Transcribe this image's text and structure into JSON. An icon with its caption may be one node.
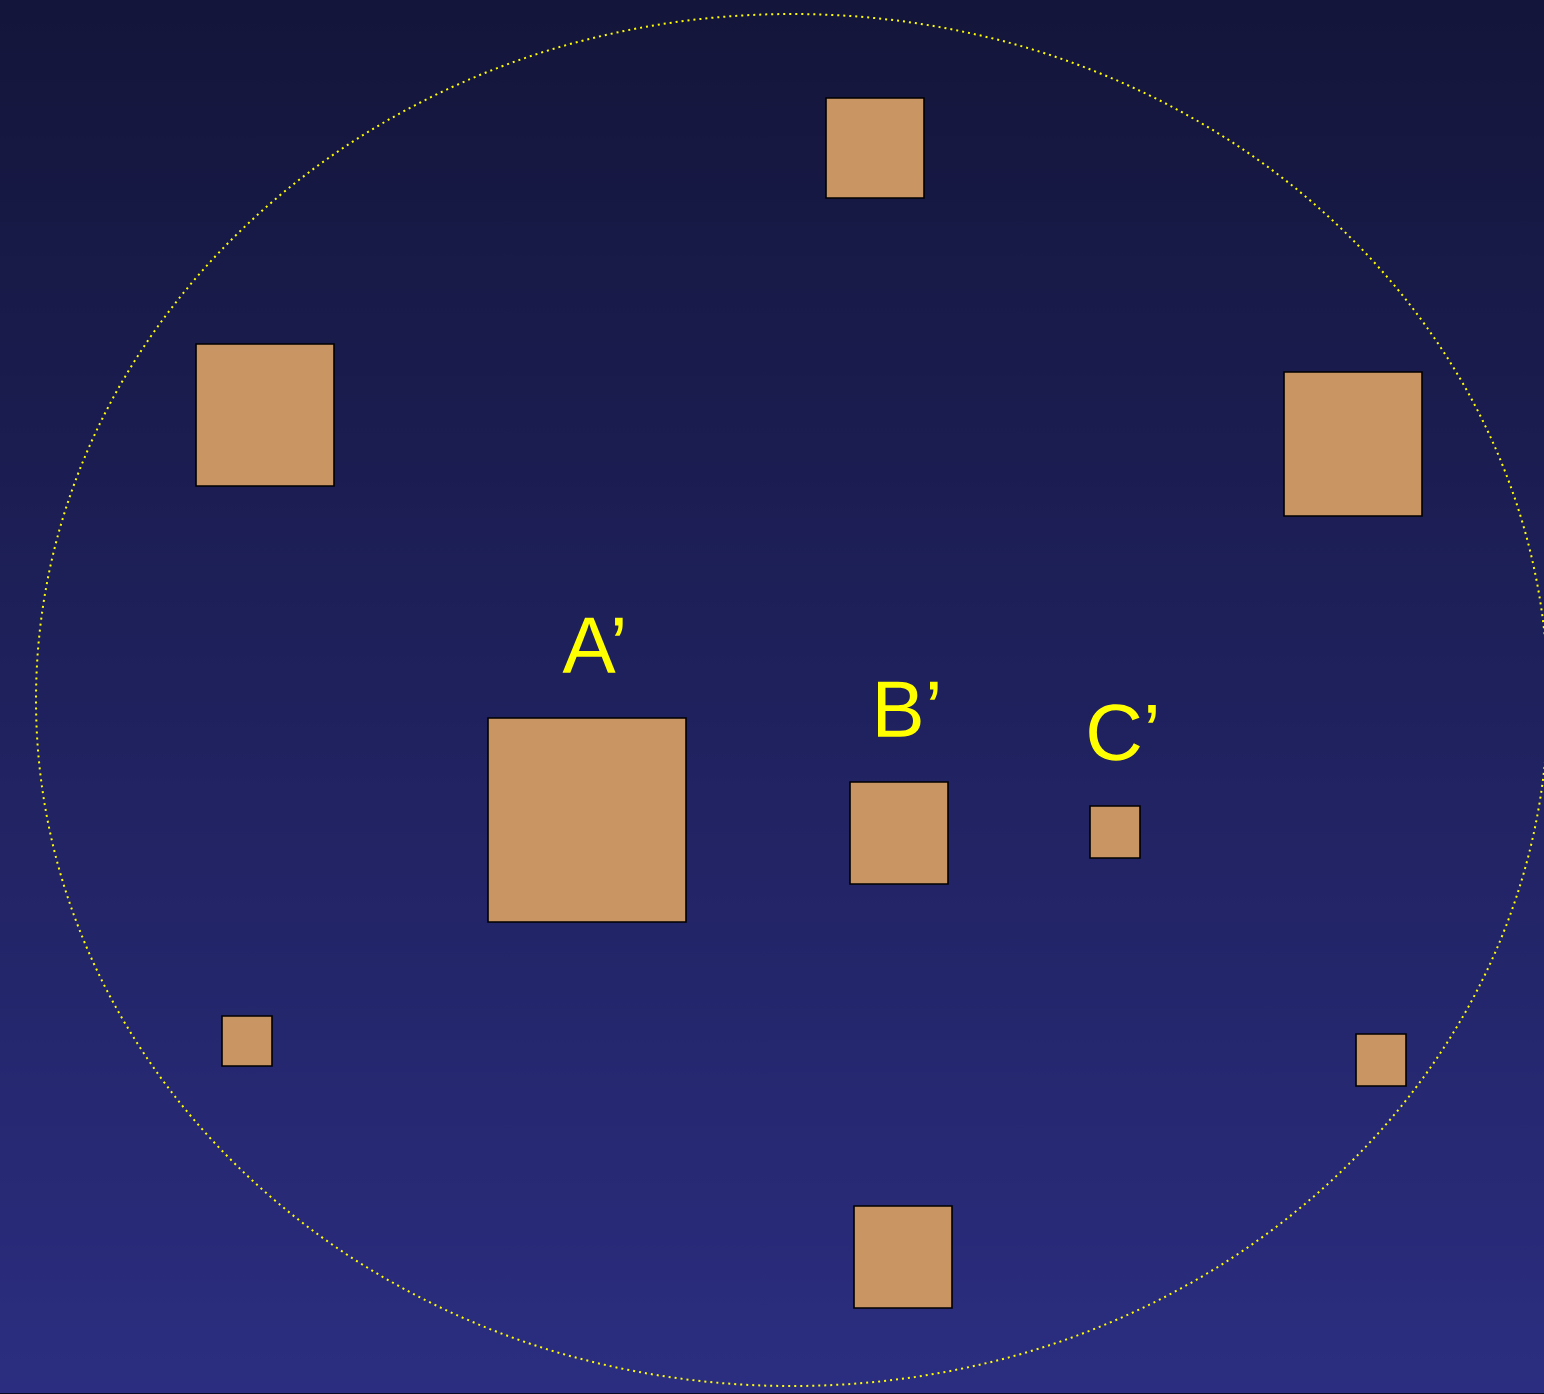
{
  "diagram": {
    "nodes": [
      {
        "text": [],
        "shape": "ellipse"
      },
      {
        "text": [],
        "shape": "box",
        "in": 0
      },
      {
        "text": [],
        "shape": "box",
        "in": 0
      },
      {
        "text": [],
        "shape": "box",
        "in": 0
      },
      {
        "text": [],
        "shape": "box",
        "in": 0,
        "beside": [
          "A’"
        ]
      },
      {
        "text": [],
        "shape": "box",
        "in": 0,
        "beside": [
          "B’"
        ]
      },
      {
        "text": [],
        "shape": "box",
        "in": 0,
        "beside": [
          "C’"
        ]
      },
      {
        "text": [],
        "shape": "box",
        "in": 0
      },
      {
        "text": [],
        "shape": "box",
        "in": 0
      },
      {
        "text": [],
        "shape": "box",
        "in": 0
      }
    ]
  }
}
